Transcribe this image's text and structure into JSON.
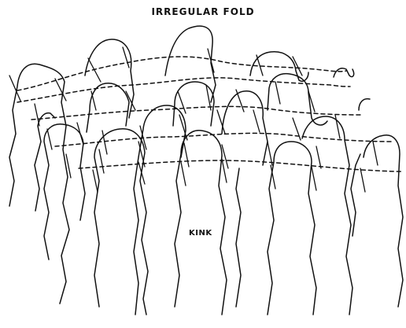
{
  "diagram": {
    "title": "IRREGULAR FOLD",
    "label_kink": "KINK",
    "fold_surface_count": 5,
    "fiber_count": 14,
    "stroke_color": "#111111",
    "background_color": "#ffffff"
  }
}
